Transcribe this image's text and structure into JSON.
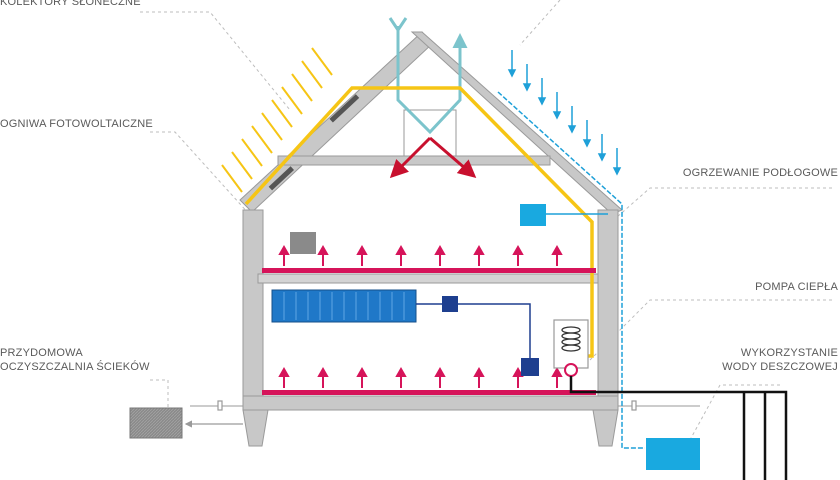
{
  "labels": {
    "solar_collectors": "KOLEKTORY SŁONECZNE",
    "photovoltaic": "OGNIWA FOTOWOLTAICZNE",
    "septic_line1": "PRZYDOMOWA",
    "septic_line2": "OCZYSZCZALNIA ŚCIEKÓW",
    "floor_heating": "OGRZEWANIE PODŁOGOWE",
    "heat_pump": "POMPA CIEPŁA",
    "rainwater_line1": "WYKORZYSTANIE",
    "rainwater_line2": "WODY DESZCZOWEJ"
  },
  "colors": {
    "structure": "#c8c8c8",
    "structure_edge": "#9a9a9a",
    "solar": "#f6c515",
    "floor_heating": "#d6145a",
    "heat_arrow": "#c8102e",
    "ventilation": "#7cc4cc",
    "rain": "#1ea0d8",
    "radiator": "#1f78c8",
    "pump_box": "#1e3f8f",
    "tank": "#19a9e0",
    "septic_tank": "#8a8a8a",
    "ground_pipes": "#111111",
    "leader_line": "#bdbdbd"
  }
}
